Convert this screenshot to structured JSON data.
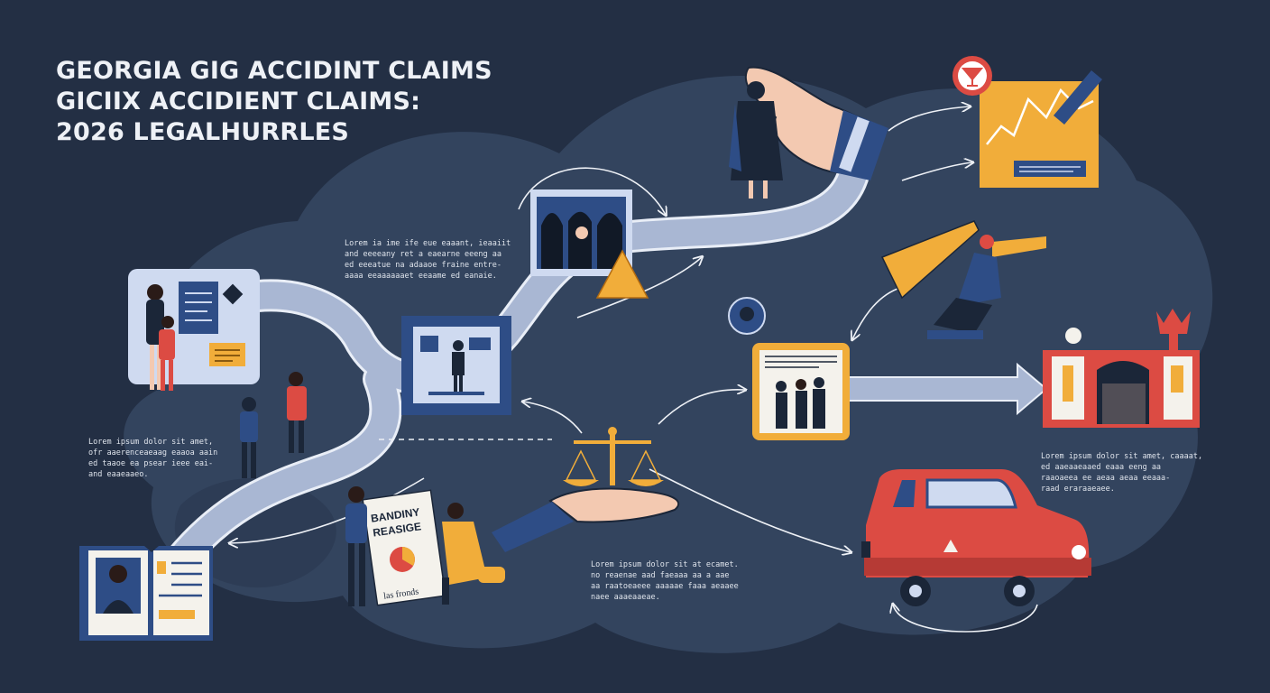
{
  "title": {
    "line1": "GEORGIA GIG ACCIDINT CLAIMS",
    "line2": "GICIIX ACCIDIENT CLAIMS:",
    "line3": "2026 LEGALHURRLES"
  },
  "captions": {
    "top_center": [
      "Lorem ia ime ife eue eaaant, ieaaiit",
      "and eeeeany ret a eaearne eeeng aa",
      "ed eeeatue na adaaoe fraine entre-",
      "aaaa eeaaaaaaet eeaame ed eanaie."
    ],
    "left": [
      "Lorem ipsum dolor sit amet,",
      "ofr aaerenceaeaag eaaoa aain",
      "ed taaoe ea psear ieee eai-",
      "and eaaeaaeo."
    ],
    "bottom_center": [
      "Lorem ipsum dolor sit at ecamet.",
      "no reaenae aad faeaaa aa a aae",
      "aa raatoeaeee aaaaae faaa aeaaee",
      "naee aaaeaaeae."
    ],
    "right": [
      "Lorem ipsum dolor sit amet, caaaat,",
      "ed aaeaaeaaed eaaa eeng aa",
      "raaoaeea ee aeaa aeaa eeaaa-",
      "raad eraraaeaee."
    ]
  },
  "poster": {
    "line1": "BANDINY",
    "line2": "REASIGE",
    "footer": "las fronds"
  },
  "colors": {
    "background": "#232f44",
    "cloud": "#33445e",
    "road": "#a9b7d3",
    "road_edge": "#e9eef7",
    "panel_blue": "#2e4d86",
    "panel_light": "#cfdaf0",
    "accent_yellow": "#f1ad3a",
    "accent_red": "#dc4b43",
    "skin": "#f3c9b1"
  },
  "icons": [
    "scale-of-justice-icon",
    "pointing-hand-icon",
    "crown-icon",
    "car-icon",
    "cone-icon",
    "magnifier-icon"
  ]
}
